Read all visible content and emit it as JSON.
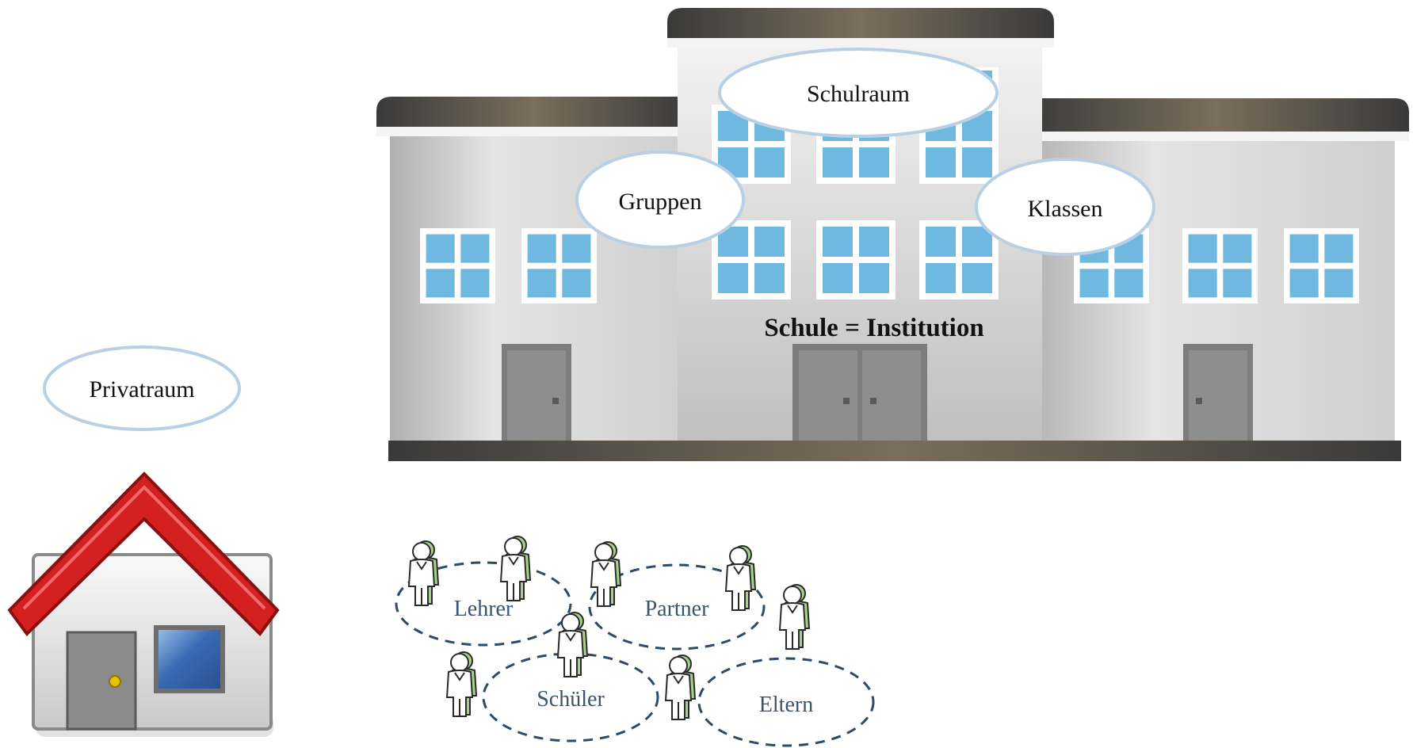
{
  "school": {
    "institution_label": "Schule = Institution",
    "bubbles": {
      "schulraum": "Schulraum",
      "gruppen": "Gruppen",
      "klassen": "Klassen"
    }
  },
  "home": {
    "bubble": "Privatraum"
  },
  "groups": {
    "lehrer": "Lehrer",
    "partner": "Partner",
    "schueler": "Schüler",
    "eltern": "Eltern"
  },
  "colors": {
    "roof_red": "#d42020",
    "window_blue": "#6fb9e0",
    "dashed_line": "#2e4a66",
    "bubble_border": "#b8d0e6",
    "person_green": "#8fbf6a"
  }
}
